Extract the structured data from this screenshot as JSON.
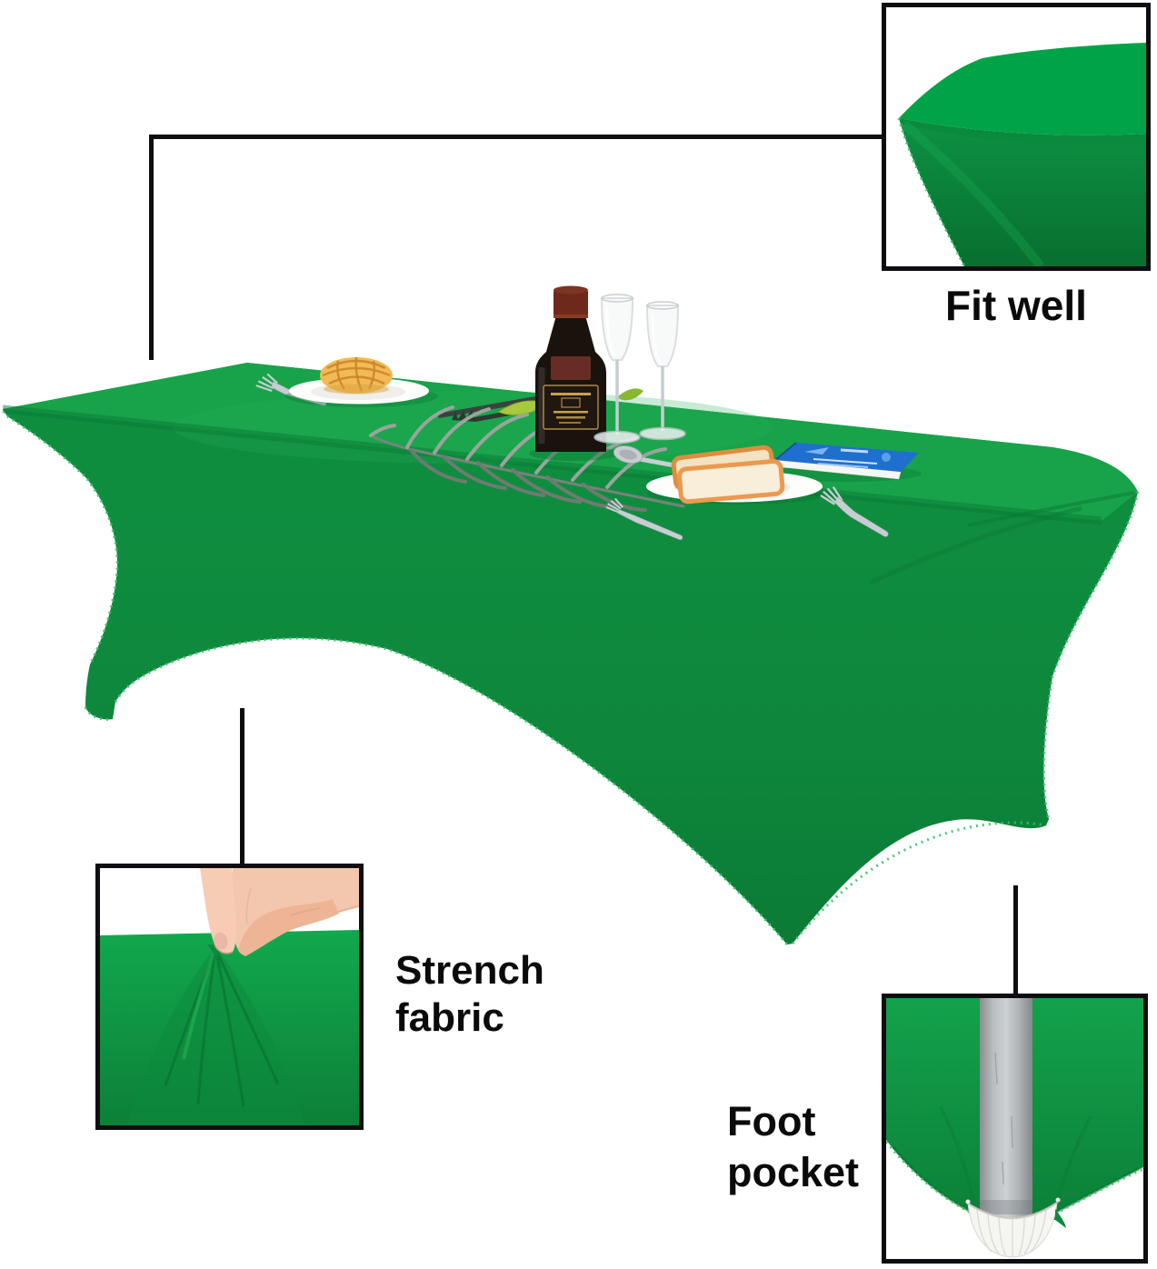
{
  "annotations": {
    "fit_well": {
      "label": "Fit well"
    },
    "stretch_fabric": {
      "line1": "Strench",
      "line2": "fabric"
    },
    "foot_pocket": {
      "line1": "Foot",
      "line2": "pocket"
    }
  },
  "photo_objects": [
    "green-spandex-tablecloth",
    "plate-with-pineapple-bun",
    "plate-with-toast",
    "wine-bottle",
    "champagne-flutes",
    "silver-palm-leaf",
    "forks-and-knives",
    "spoon",
    "blue-book",
    "table-leg-in-foot-pocket",
    "hand-pinching-fabric"
  ],
  "colors": {
    "green_top": "#18a34a",
    "green_side": "#0f8d3f",
    "green_dark": "#0a7a35",
    "green_deep": "#07672c",
    "green_inset_top": "#00a347",
    "green_inset_side": "#0d9043",
    "fringe": "#3cc06a",
    "line_color": "#0d0d10",
    "text_color": "#0a0a0a",
    "inset_border": "#0e0e12",
    "book_blue": "#1f6fce",
    "pole_gray": "#cdd1d3",
    "skin": "#f3c7ad",
    "plate_white": "#fdfdfb",
    "bun_gold": "#f2ba54",
    "toast_crust": "#ea9a4e",
    "bottle_dark": "#1a120d",
    "silver": "#c7ced2"
  }
}
